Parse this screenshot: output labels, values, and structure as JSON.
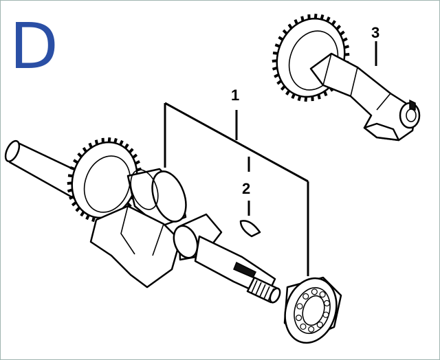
{
  "section": {
    "letter": "D",
    "letter_color": "#2a4fa5"
  },
  "callouts": [
    {
      "number": "1"
    },
    {
      "number": "2"
    },
    {
      "number": "3"
    }
  ],
  "parts": {
    "crankshaft": "crankshaft-icon",
    "key": "woodruff-key-icon",
    "bearing": "ball-bearing-icon",
    "camshaft": "camshaft-icon"
  }
}
